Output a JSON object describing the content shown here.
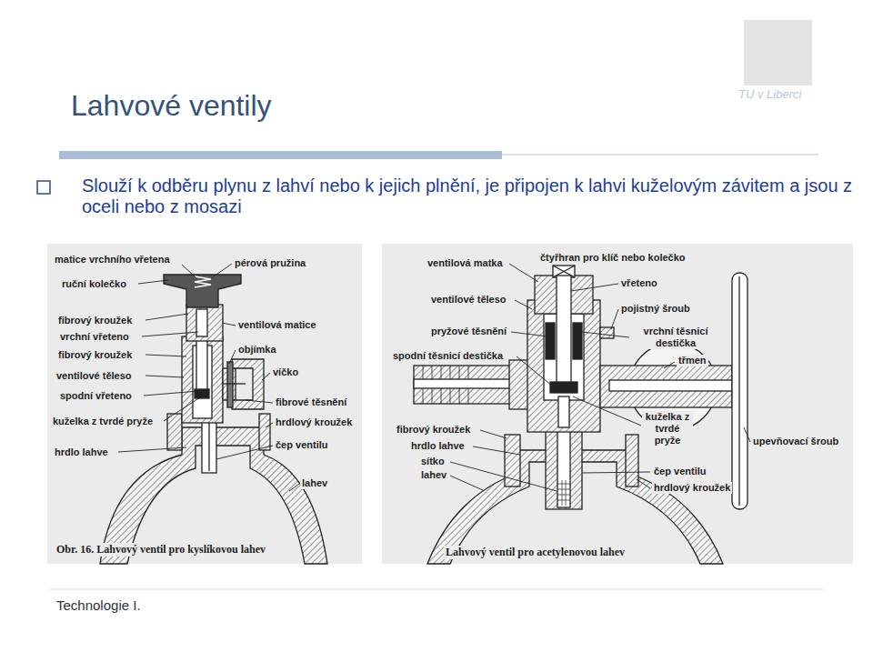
{
  "diagram": {
    "title": "Lahvové ventily",
    "labels": [
      "Slouží k odběru plynu z lahví nebo k jejich plnění, je připojen k lahvi kuželovým závitem a jsou z oceli nebo z mosazi",
      "TU v Liberci",
      "matice vrchního vřetena",
      "ruční kolečko",
      "fibrový kroužek",
      "vrchní vřeteno",
      "fibrový kroužek",
      "ventilové těleso",
      "spodní vřeteno",
      "kuželka z tvrdé pryže",
      "hrdlo lahve",
      "pérová pružina",
      "ventilová matice",
      "objímka",
      "víčko",
      "fibrové těsnění",
      "hrdlový kroužek",
      "čep ventilu",
      "lahev",
      "Obr. 16. Lahvový ventil pro kyslíkovou lahev",
      "ventilová matka",
      "ventilové těleso",
      "pryžové těsnění",
      "spodní těsnicí destička",
      "fibrový kroužek",
      "hrdlo lahve",
      "sítko",
      "lahev",
      "čtyřhran pro klíč nebo kolečko",
      "vřeteno",
      "pojistný šroub",
      "vrchní těsnicí destička",
      "třmen",
      "kuželka z tvrdé pryže",
      "upevňovací šroub",
      "čep ventilu",
      "hrdlový kroužek",
      "Lahvový ventil pro acetylenovou lahev",
      "Technologie I."
    ]
  }
}
